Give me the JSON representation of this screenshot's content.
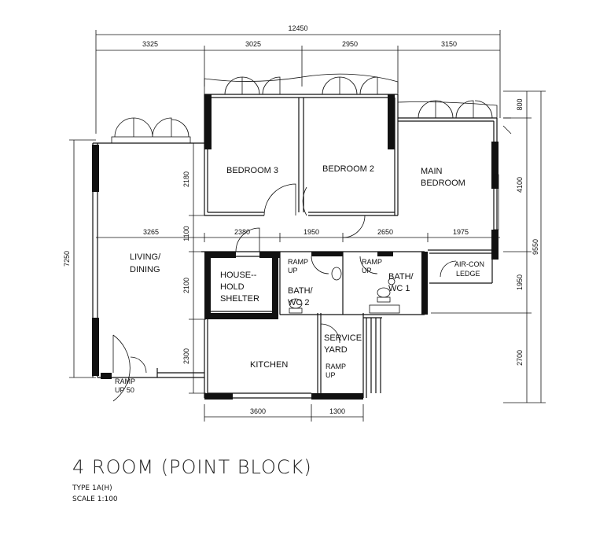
{
  "dimensions": {
    "overall_width": "12450",
    "top_segments": [
      "3325",
      "3025",
      "2950",
      "3150"
    ],
    "left_height": "7250",
    "left_segments": [
      "2180",
      "1100",
      "2100",
      "2300"
    ],
    "right_height": "9550",
    "right_segments": [
      "800",
      "4100",
      "1950",
      "2700"
    ],
    "mid_segments": [
      "3265",
      "2380",
      "1950",
      "2650",
      "1975"
    ],
    "bottom_segments": [
      "3600",
      "1300"
    ]
  },
  "rooms": {
    "bedroom3": "BEDROOM 3",
    "bedroom2": "BEDROOM 2",
    "main_bedroom_1": "MAIN",
    "main_bedroom_2": "BEDROOM",
    "living_1": "LIVING/",
    "living_2": "DINING",
    "shelter_1": "HOUSE--",
    "shelter_2": "HOLD",
    "shelter_3": "SHELTER",
    "bath2_1": "BATH/",
    "bath2_2": "WC 2",
    "bath1_1": "BATH/",
    "bath1_2": "WC 1",
    "aircon_1": "AIR-CON",
    "aircon_2": "LEDGE",
    "kitchen": "KITCHEN",
    "service_1": "SERVICE",
    "service_2": "YARD"
  },
  "ramps": {
    "ramp_label": "RAMP",
    "up": "UP",
    "up50": "UP 50"
  },
  "footer": {
    "title": "4 ROOM (POINT BLOCK)",
    "type": "TYPE  1A(H)",
    "scale": "SCALE   1:100"
  }
}
